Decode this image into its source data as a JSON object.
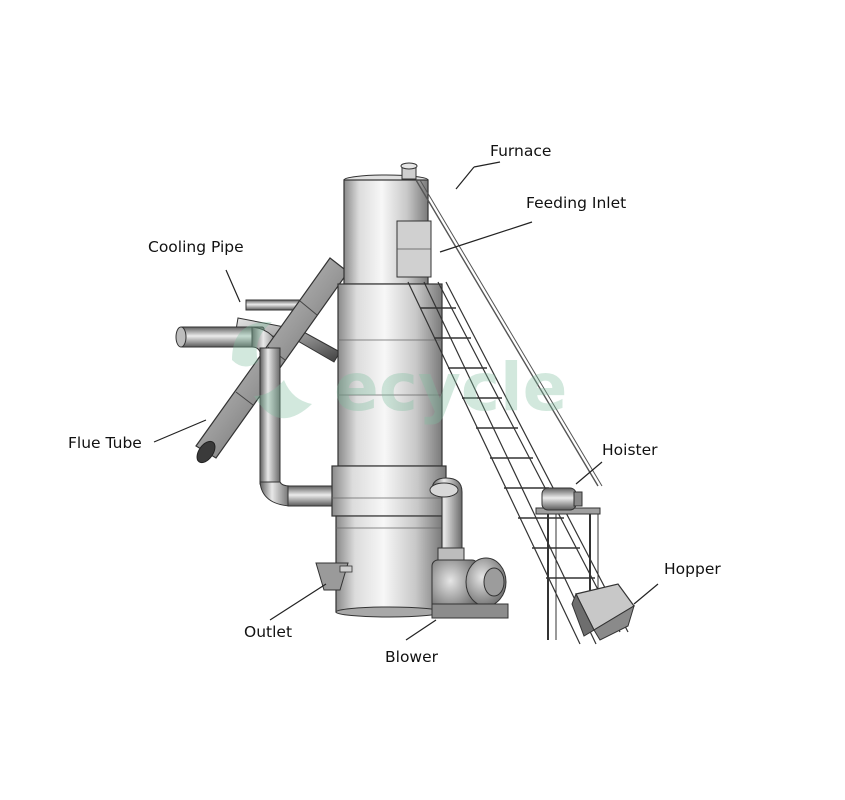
{
  "labels": {
    "furnace": "Furnace",
    "feeding_inlet": "Feeding Inlet",
    "cooling_pipe": "Cooling Pipe",
    "flue_tube": "Flue Tube",
    "hoister": "Hoister",
    "hopper": "Hopper",
    "outlet": "Outlet",
    "blower": "Blower"
  },
  "watermark": {
    "text": "ecycle",
    "color": "#7fbfa0"
  },
  "colors": {
    "metal_light": "#f2f2f2",
    "metal_mid": "#c4c4c4",
    "metal_dark": "#6e6e6e",
    "outline": "#333333",
    "leader_line": "#222222"
  }
}
